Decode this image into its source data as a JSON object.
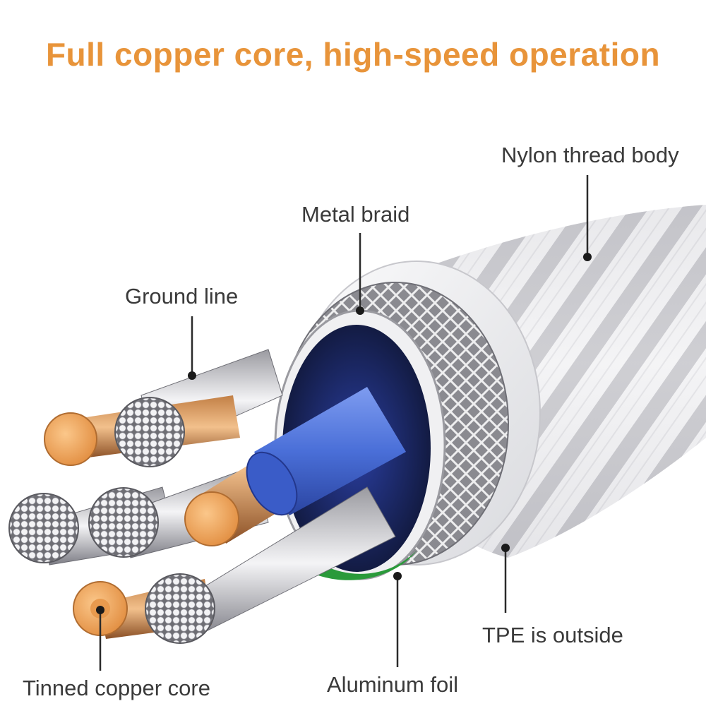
{
  "headline": "Full copper core, high-speed operation",
  "colors": {
    "headline": "#e8943a",
    "copper": "#f0a860",
    "nylon": "#e8e8ea",
    "blue_insulation": "#4a6fd8",
    "green_insulation": "#2a9a3a",
    "label_text": "#3a3a3a"
  },
  "labels": {
    "nylon": "Nylon thread body",
    "braid": "Metal braid",
    "ground": "Ground line",
    "tpe": "TPE is outside",
    "foil": "Aluminum foil",
    "tinned": "Tinned copper core"
  }
}
